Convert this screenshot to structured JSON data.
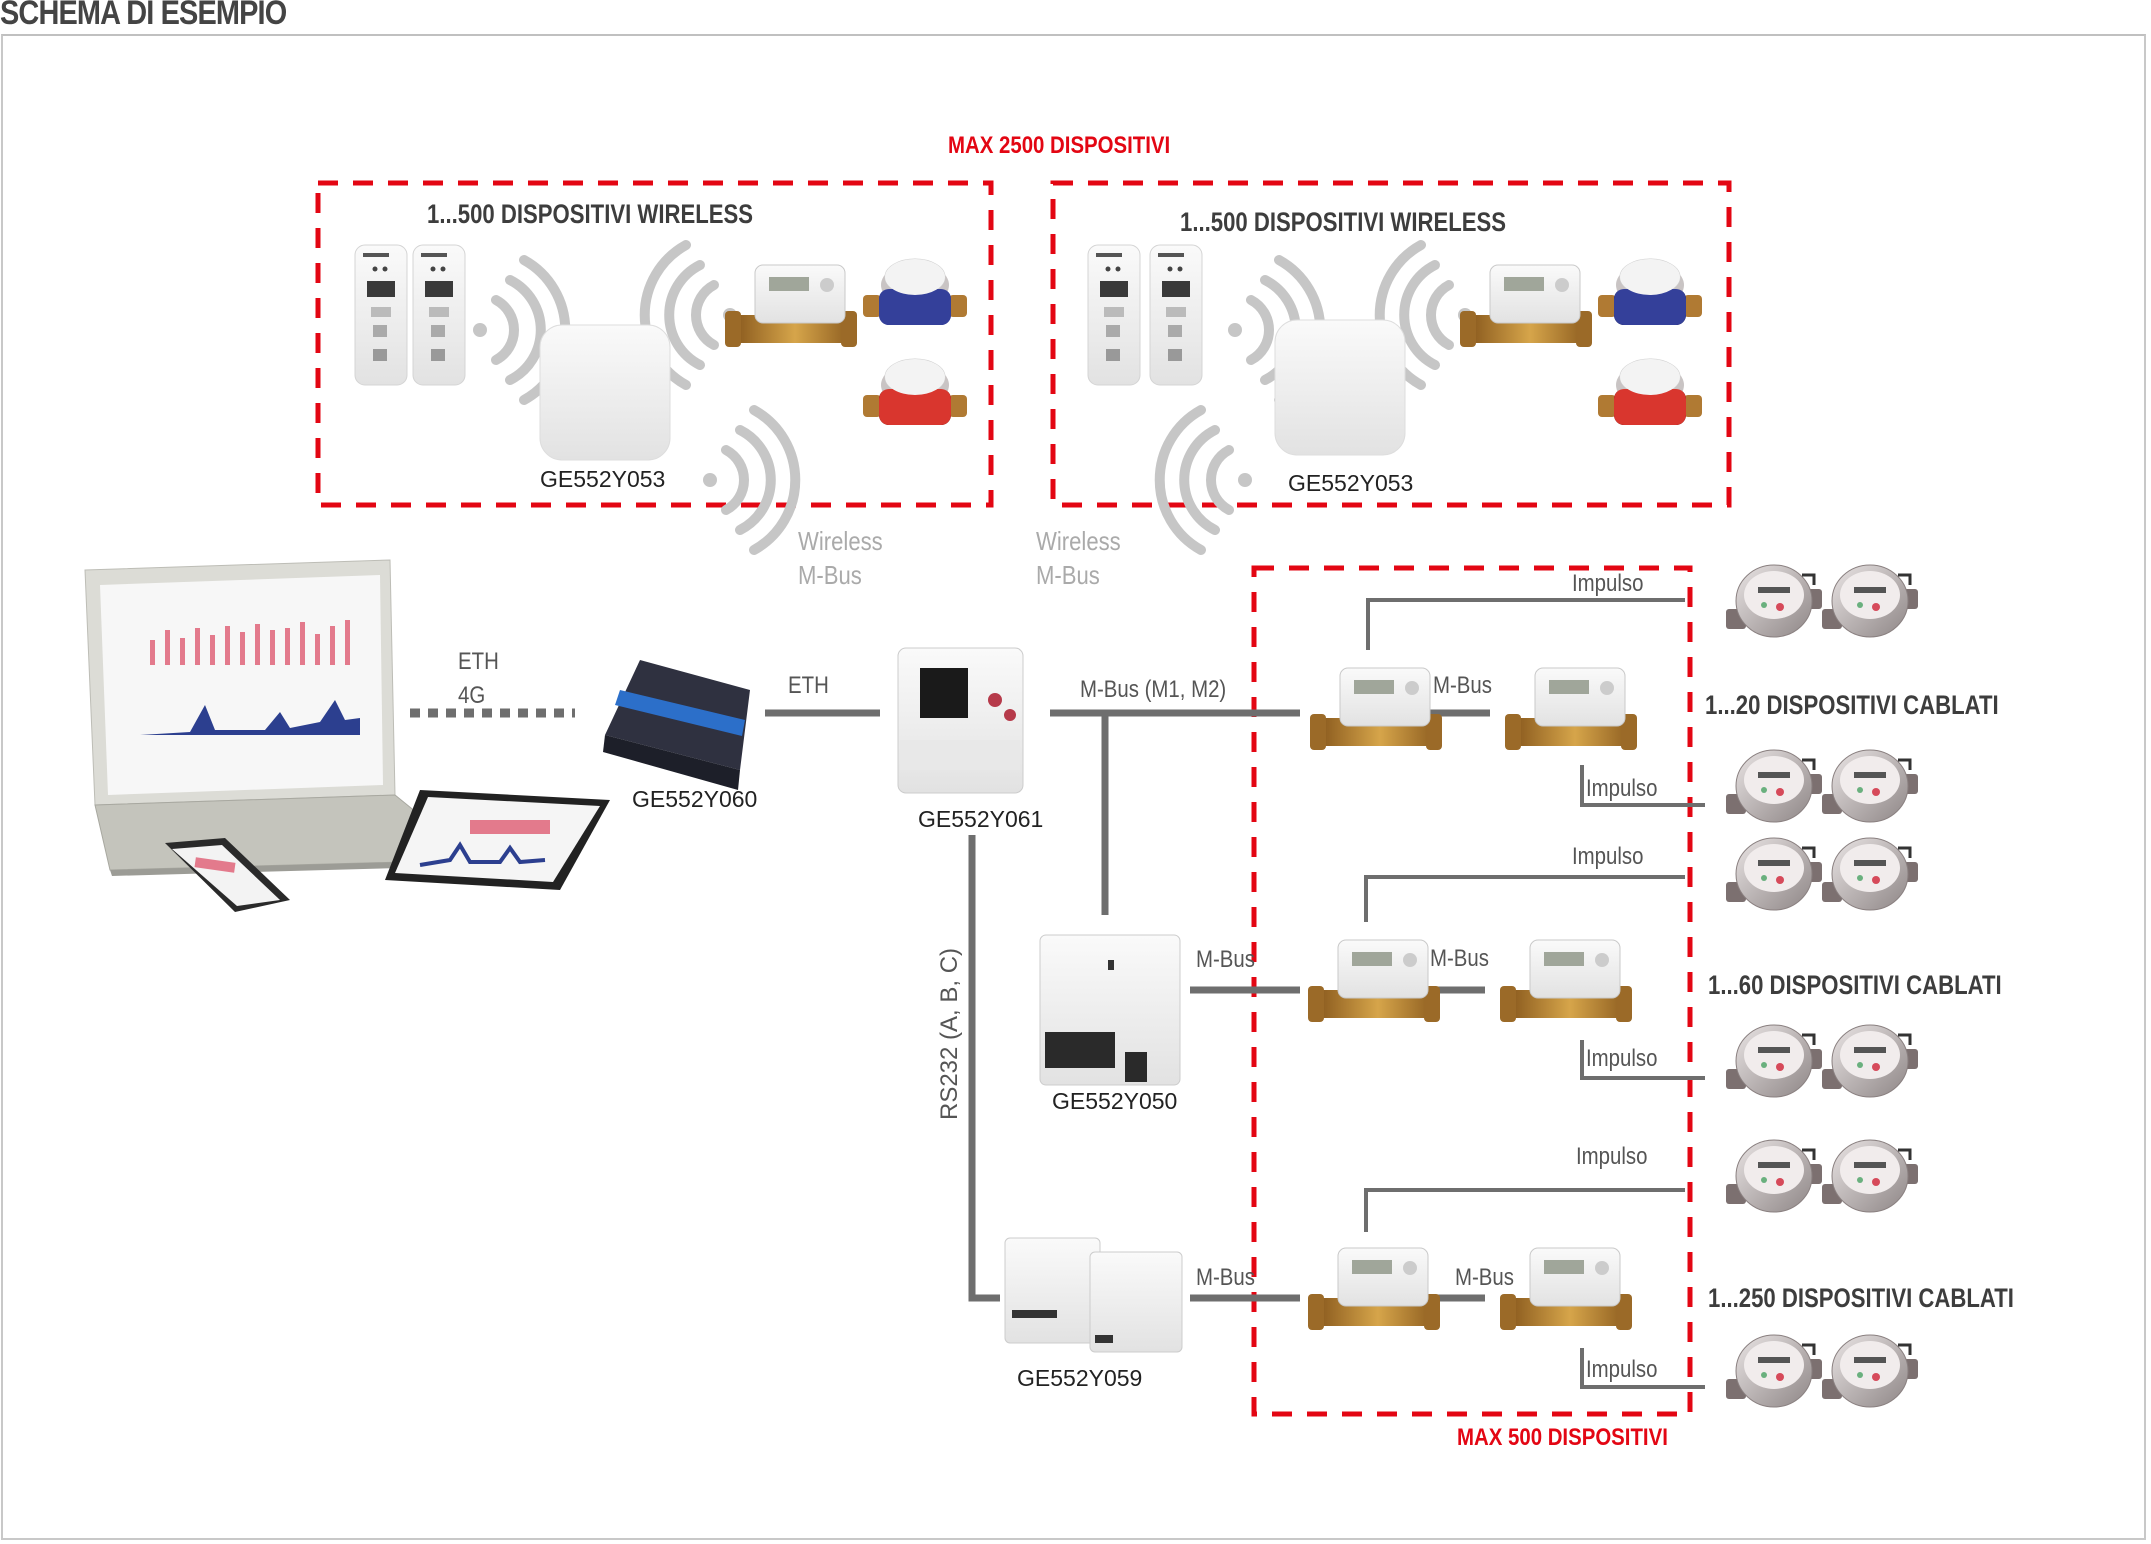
{
  "title": "SCHEMA DI ESEMPIO",
  "colors": {
    "accent_red": "#e30613",
    "line_gray": "#6e6e6e",
    "wireless_gray": "#c8c8c8",
    "heading_gray": "#3d3d3d"
  },
  "groups": {
    "max_total": "MAX 2500 DISPOSITIVI",
    "max_wired": "MAX 500 DISPOSITIVI",
    "wireless_left": {
      "heading": "1...500 DISPOSITIVI WIRELESS",
      "gateway_model": "GE552Y053"
    },
    "wireless_right": {
      "heading": "1...500 DISPOSITIVI WIRELESS",
      "gateway_model": "GE552Y053"
    }
  },
  "connections": {
    "wireless_left": [
      "Wireless",
      "M-Bus"
    ],
    "wireless_right": [
      "Wireless",
      "M-Bus"
    ],
    "eth_4g": [
      "ETH",
      "4G"
    ],
    "eth": "ETH",
    "mbus_m1m2": "M-Bus (M1, M2)",
    "rs232": "RS232 (A, B, C)",
    "mbus": "M-Bus",
    "impulso": "Impulso"
  },
  "devices": {
    "router": "GE552Y060",
    "master": "GE552Y061",
    "converter_1": "GE552Y050",
    "converter_2": "GE552Y059",
    "client": "laptop-tablet-phone-dashboard"
  },
  "wired_rows": [
    {
      "label": "1...20 DISPOSITIVI CABLATI",
      "bus_label": "M-Bus",
      "pulse_top": "Impulso",
      "pulse_bottom": "Impulso"
    },
    {
      "label": "1...60 DISPOSITIVI CABLATI",
      "bus_label": "M-Bus",
      "pulse_top": "Impulso",
      "pulse_bottom": "Impulso"
    },
    {
      "label": "1...250 DISPOSITIVI CABLATI",
      "bus_label": "M-Bus",
      "pulse_top": "Impulso",
      "pulse_bottom": "Impulso"
    }
  ]
}
